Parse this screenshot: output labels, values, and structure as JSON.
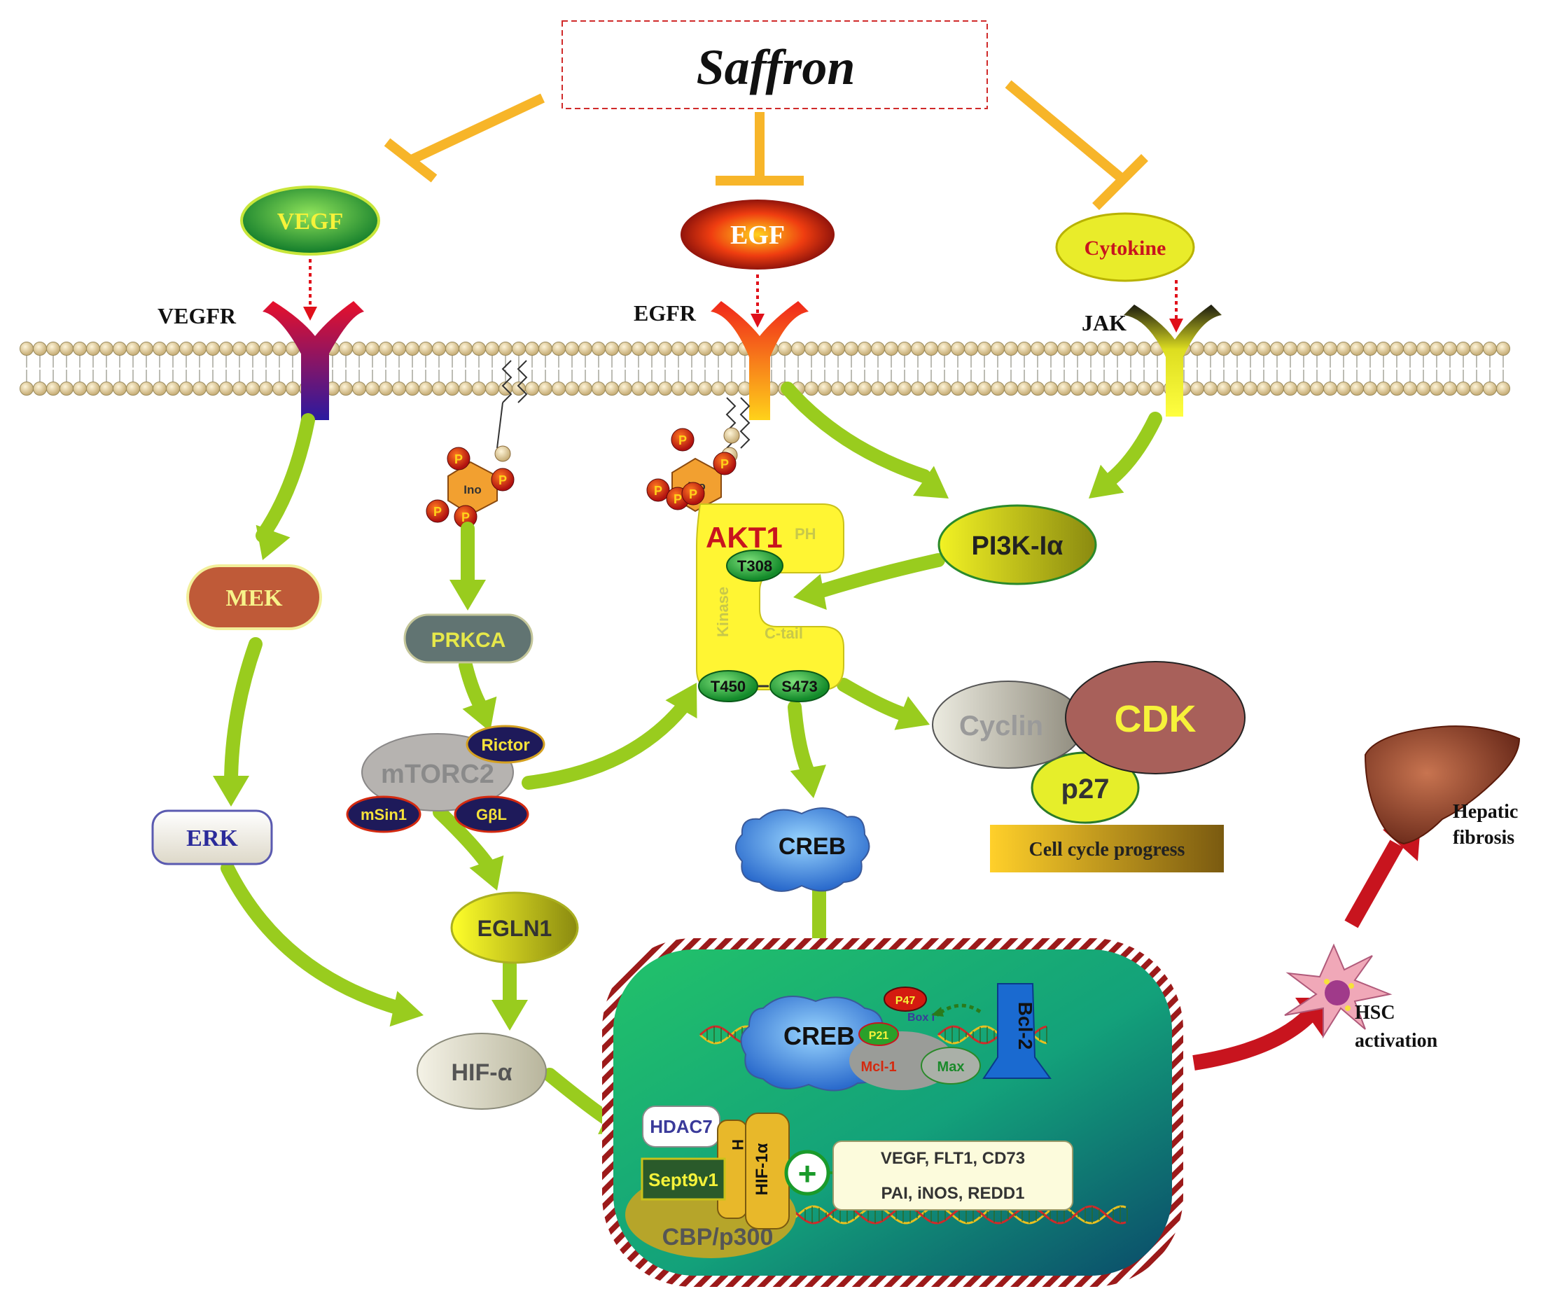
{
  "title": "Saffron",
  "ligands": {
    "vegf": "VEGF",
    "egf": "EGF",
    "cytokine": "Cytokine"
  },
  "receptors": {
    "vegfr": "VEGFR",
    "egfr": "EGFR",
    "jak": "JAK"
  },
  "nodes": {
    "mek": "MEK",
    "erk": "ERK",
    "prkca": "PRKCA",
    "mtorc2": "mTORC2",
    "rictor": "Rictor",
    "msin1": "mSin1",
    "gbl": "GβL",
    "egln1": "EGLN1",
    "hif_a": "HIF-α",
    "pi3k": "PI3K-Iα",
    "creb": "CREB",
    "cyclin": "Cyclin",
    "cdk": "CDK",
    "p27": "p27",
    "ino": "Ino",
    "p": "P"
  },
  "akt1": {
    "name": "AKT1",
    "ph": "PH",
    "kinase": "Kinase",
    "ctail": "C-tail",
    "t308": "T308",
    "t450": "T450",
    "s473": "S473"
  },
  "cell_cycle_label": "Cell cycle progress",
  "nucleus": {
    "creb": "CREB",
    "p47": "P47",
    "box": "Box I",
    "p21": "P21",
    "mcl1": "Mcl-1",
    "max": "Max",
    "bcl2": "Bcl-2",
    "hdac7": "HDAC7",
    "h": "H",
    "hif1a": "HIF-1α",
    "sept9v1": "Sept9v1",
    "cbp": "CBP/p300",
    "plus": "+",
    "targets_line1": "VEGF, FLT1, CD73",
    "targets_line2": "PAI, iNOS, REDD1"
  },
  "outcomes": {
    "hsc_line1": "HSC",
    "hsc_line2": "activation",
    "fibrosis_line1": "Hepatic",
    "fibrosis_line2": "fibrosis"
  },
  "colors": {
    "inhibit": "#f7b529",
    "arrow_green": "#99cc1e",
    "arrow_red": "#c8141e",
    "dashed_red": "#e0101a"
  }
}
